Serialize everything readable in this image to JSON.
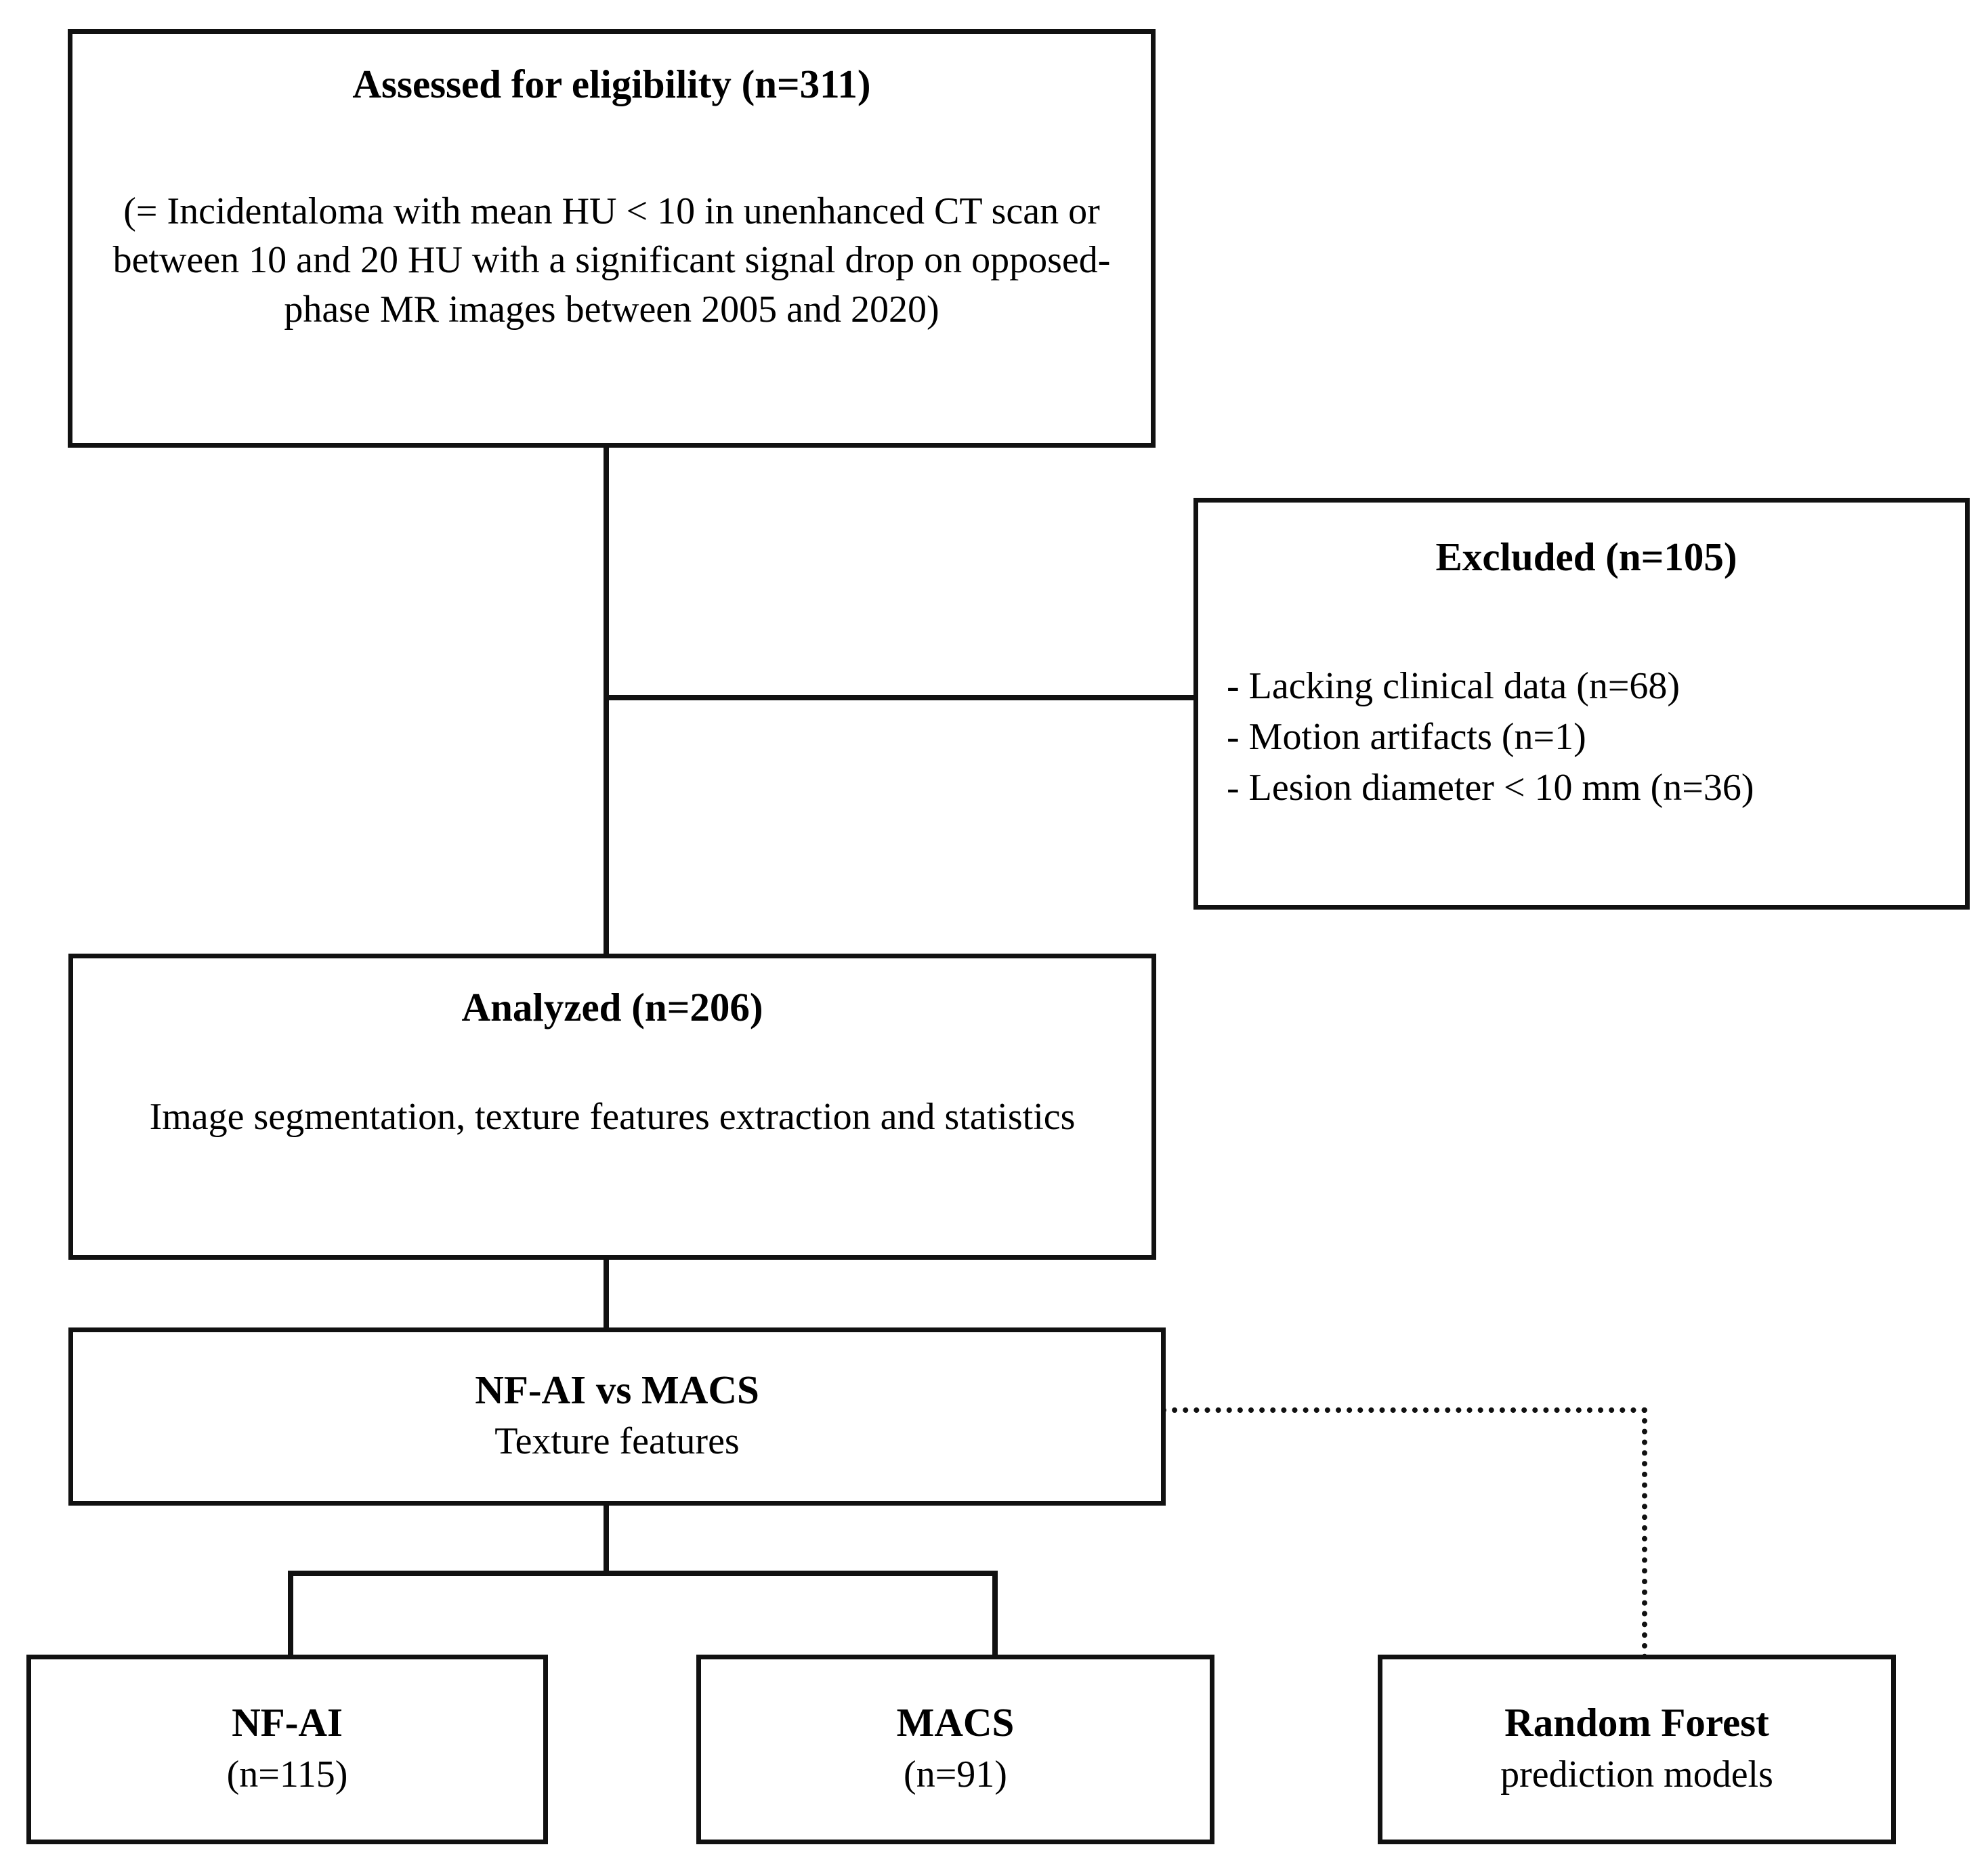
{
  "diagram": {
    "type": "study-flow-diagram",
    "nodes": {
      "eligibility": {
        "title": "Assessed for eligibility (n=311)",
        "body": "(= Incidentaloma with mean HU < 10 in unenhanced CT scan or between 10 and 20 HU with a significant signal drop on opposed-phase MR images between 2005 and 2020)",
        "count": 311
      },
      "excluded": {
        "title": "Excluded (n=105)",
        "count": 105,
        "reasons": [
          "- Lacking clinical data (n=68)",
          "- Motion artifacts (n=1)",
          "- Lesion diameter < 10 mm (n=36)"
        ]
      },
      "analyzed": {
        "title": "Analyzed (n=206)",
        "body": "Image segmentation, texture features extraction and statistics",
        "count": 206
      },
      "comparison": {
        "title": "NF-AI vs MACS",
        "subtitle": "Texture features"
      },
      "nfai": {
        "title": "NF-AI",
        "subtitle": "(n=115)",
        "count": 115
      },
      "macs": {
        "title": "MACS",
        "subtitle": "(n=91)",
        "count": 91
      },
      "random_forest": {
        "title": "Random Forest",
        "subtitle": "prediction models"
      }
    },
    "edges": [
      {
        "from": "eligibility",
        "to": "analyzed",
        "style": "solid"
      },
      {
        "from": "eligibility",
        "to": "excluded",
        "style": "solid"
      },
      {
        "from": "analyzed",
        "to": "comparison",
        "style": "solid"
      },
      {
        "from": "comparison",
        "to": "nfai",
        "style": "solid"
      },
      {
        "from": "comparison",
        "to": "macs",
        "style": "solid"
      },
      {
        "from": "comparison",
        "to": "random_forest",
        "style": "dotted"
      }
    ],
    "colors": {
      "line": "#111111",
      "background": "#ffffff",
      "text": "#000000"
    }
  }
}
